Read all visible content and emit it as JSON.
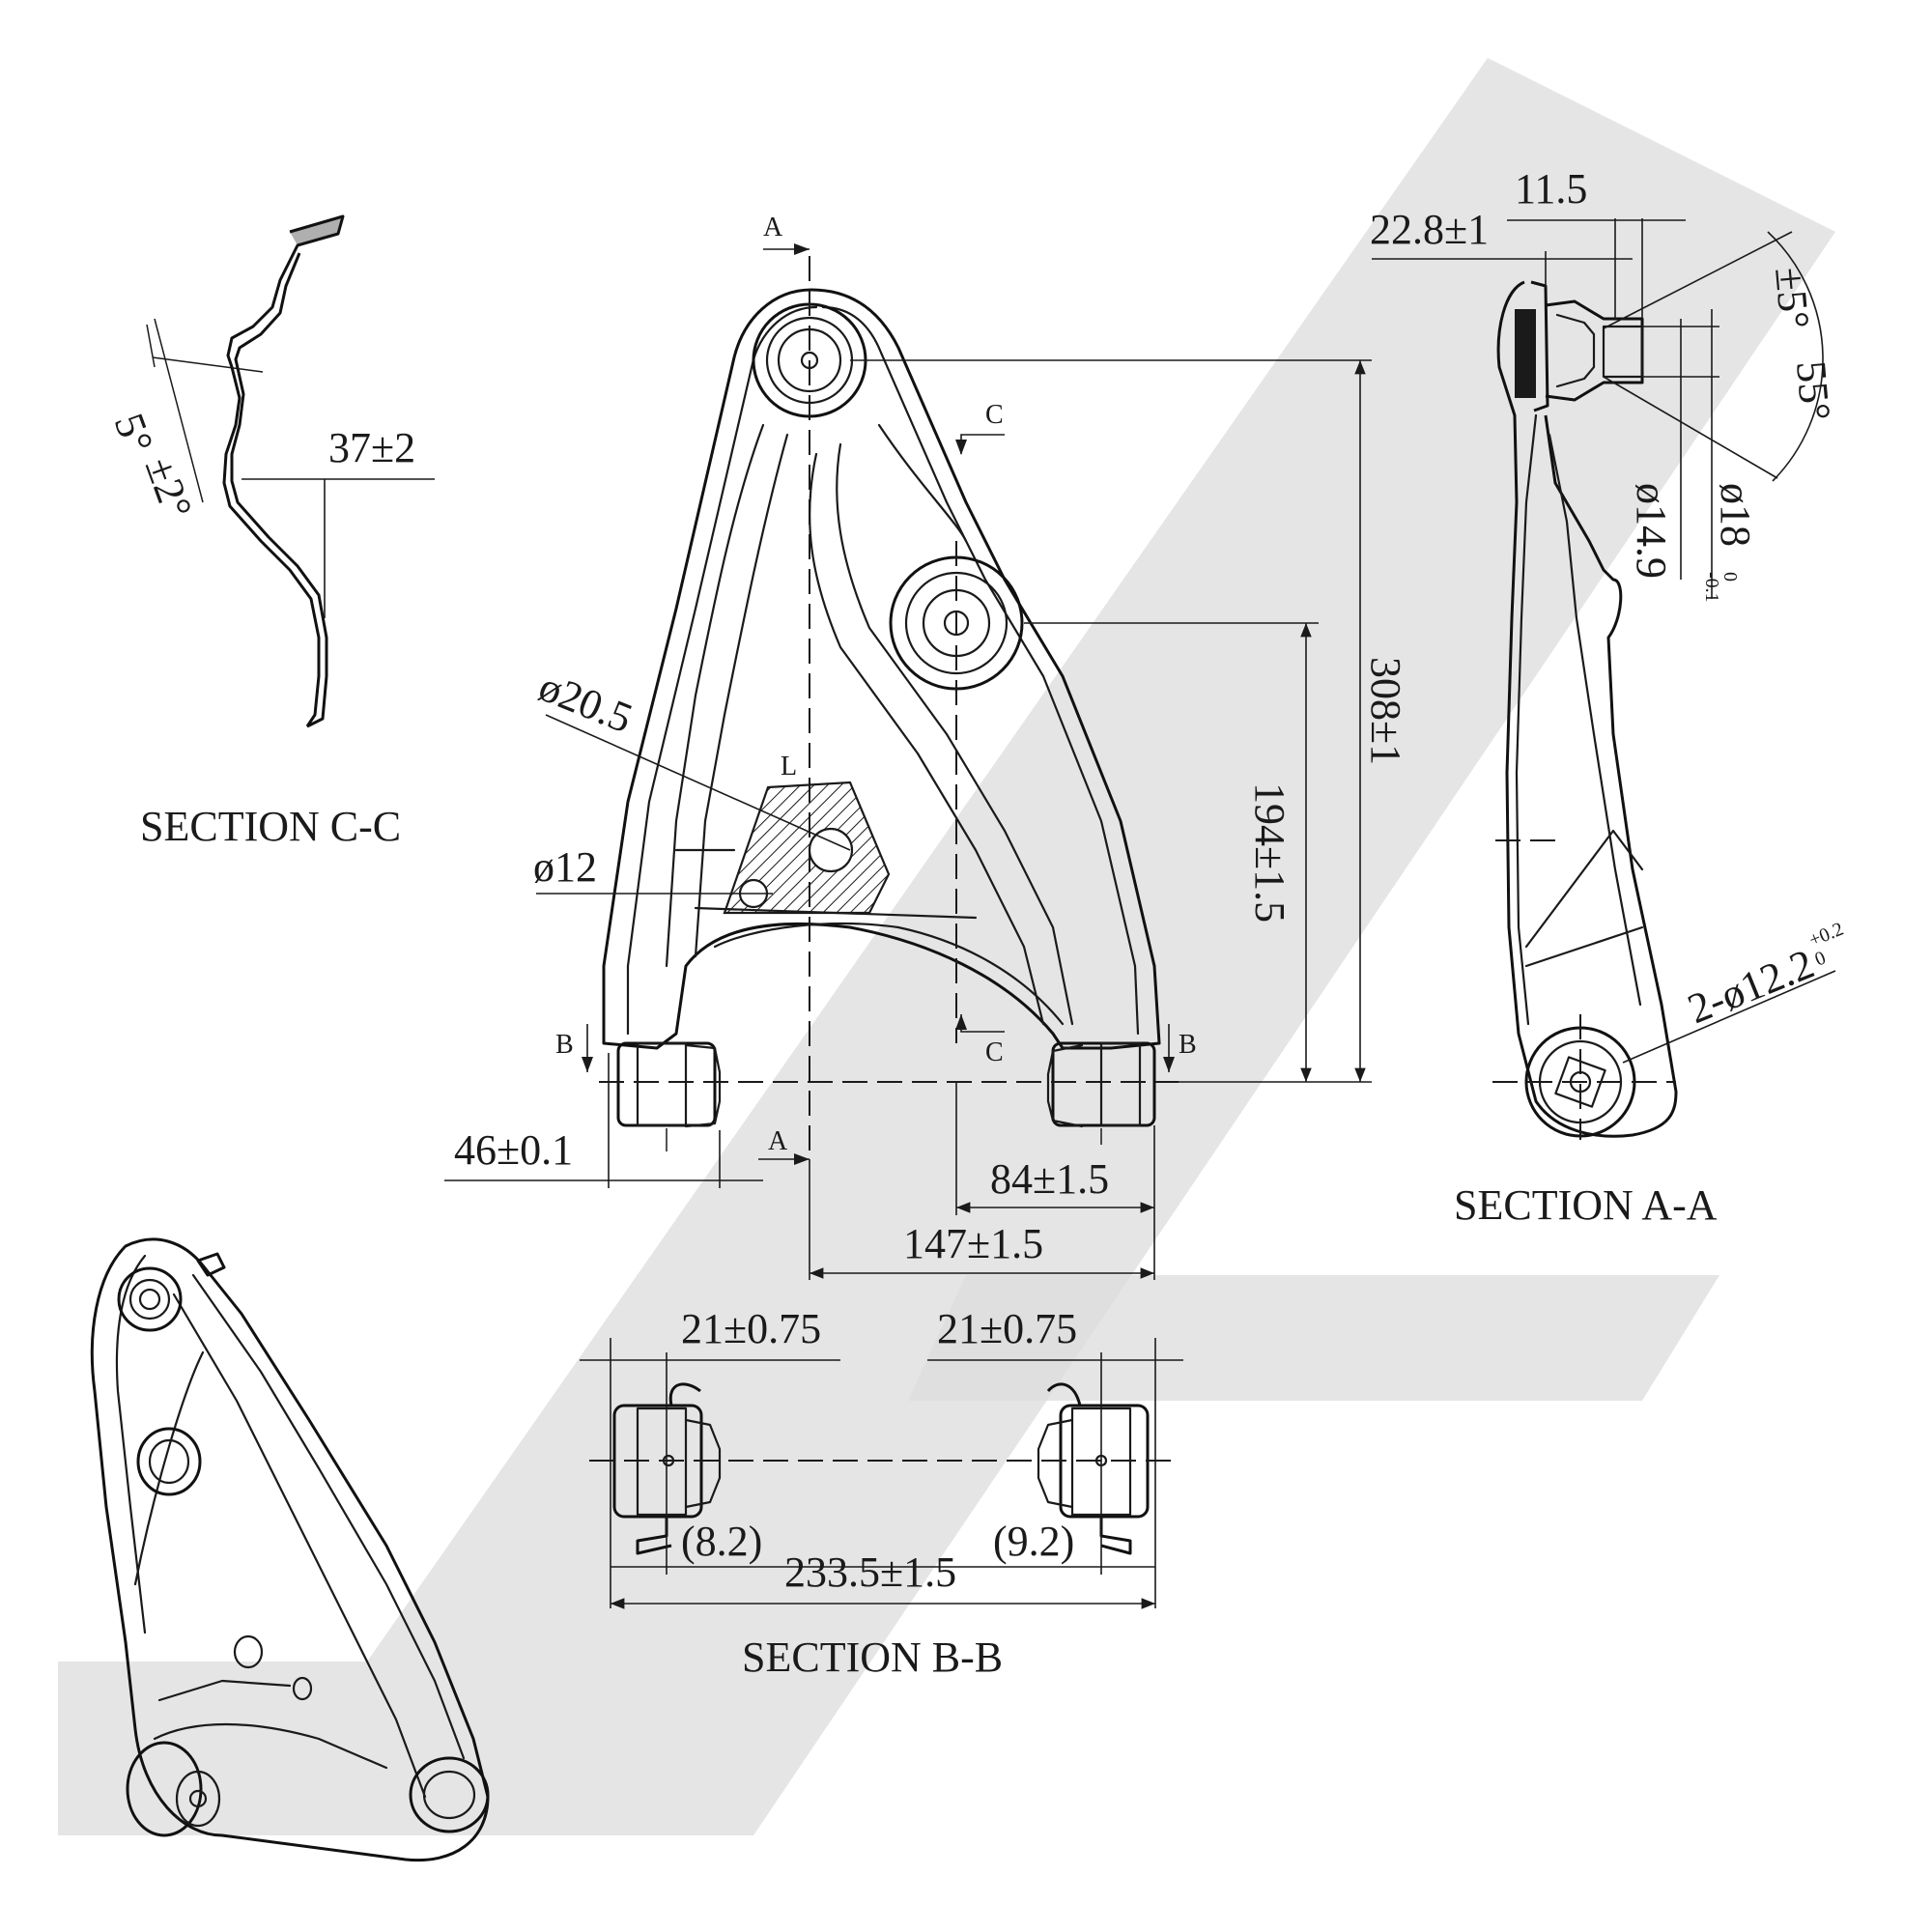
{
  "sections": {
    "c": "SECTION C-C",
    "a": "SECTION A-A",
    "b": "SECTION B-B"
  },
  "cut_markers": {
    "a": "A",
    "b": "B",
    "c": "C",
    "l": "L"
  },
  "dimensions": {
    "angle_5": "5°",
    "angle_tol_2": "±2°",
    "d37": "37±2",
    "dia20_5": "ø20.5",
    "dia12": "ø12",
    "d46": "46±0.1",
    "d84": "84±1.5",
    "d147": "147±1.5",
    "d194": "194±1.5",
    "d308": "308±1",
    "d22_8": "22.8±1",
    "d11_5": "11.5",
    "angle_pm5": "±5°",
    "angle_55": "55°",
    "dia14_9": "ø14.9",
    "dia18": "ø18",
    "dia18_tol_upper": "0",
    "dia18_tol_lower": "-0.1",
    "dia12_2": "2-ø12.2",
    "dia12_2_tol_upper": "+0.2",
    "dia12_2_tol_lower": "0",
    "d21_left": "21±0.75",
    "d21_right": "21±0.75",
    "d8_2": "(8.2)",
    "d9_2": "(9.2)",
    "d233_5": "233.5±1.5"
  },
  "watermark": {
    "color": "#dcdcdc"
  }
}
